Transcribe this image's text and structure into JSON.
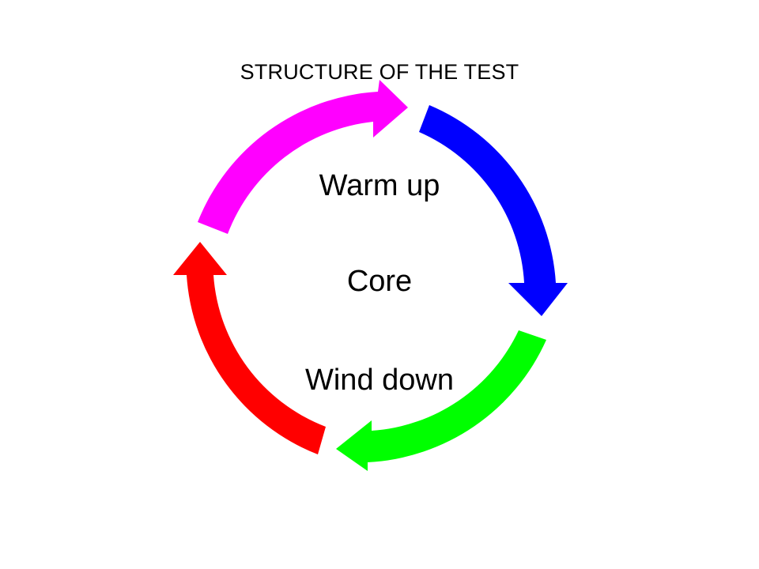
{
  "title": "STRUCTURE OF THE TEST",
  "stages": [
    "Warm up",
    "Core",
    "Wind down"
  ],
  "arrow_colors": {
    "blue": "#0000ff",
    "green": "#00ff00",
    "red": "#ff0000",
    "magenta": "#ff00ff"
  }
}
